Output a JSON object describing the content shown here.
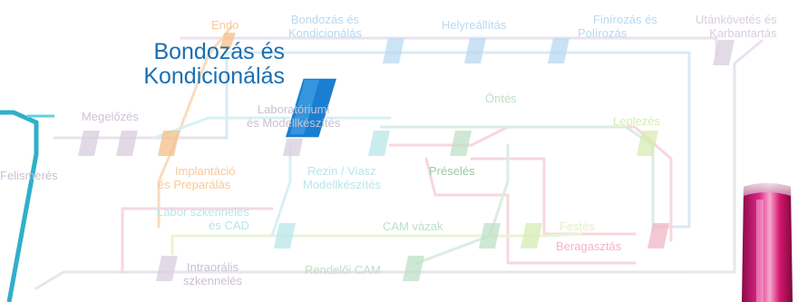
{
  "highlight": {
    "line1": "Bondozás és",
    "line2": "Kondicionálás"
  },
  "labels": {
    "endo": "Endo",
    "bondozas_1": "Bondozás és",
    "bondozas_2": "Kondicionálás",
    "helyreallitas": "Helyreállítás",
    "finirozas_1": "Finírozás és",
    "finirozas_2": "Polírozás",
    "utankovetes_1": "Utánkövetés és",
    "utankovetes_2": "Karbantartás",
    "megelozes": "Megelőzés",
    "laboratoriumi_1": "Laboratóriumi",
    "laboratoriumi_2": "és Modellkészítés",
    "ontes": "Öntés",
    "leplezes": "Leplezés",
    "felismeres": "Felismerés",
    "implantacio_1": "Implantáció",
    "implantacio_2": "és Preparálás",
    "rezin_1": "Rezin / Viasz",
    "rezin_2": "Modellkészítés",
    "preseles": "Préselés",
    "labor_1": "Labor szkennelés",
    "labor_2": "és CAD",
    "cam_vazak": "CAM vázak",
    "festes": "Festés",
    "beragasztas": "Beragasztás",
    "intraoralis_1": "Intraorális",
    "intraoralis_2": "szkennelés",
    "rendeloi_cam": "Rendelői CAM"
  },
  "colors": {
    "highlight_line": "#1aa6c4",
    "highlight_text": "#1a6fb3",
    "highlight_station": "#1a7fd0",
    "orange": "#f5c089",
    "blue": "#b9d9f0",
    "purple": "#d9cde0",
    "teal": "#b8e6ea",
    "green": "#bfe0c7",
    "pink": "#f2b7c5",
    "lime": "#d8ecb3",
    "product": "#d5156e"
  }
}
